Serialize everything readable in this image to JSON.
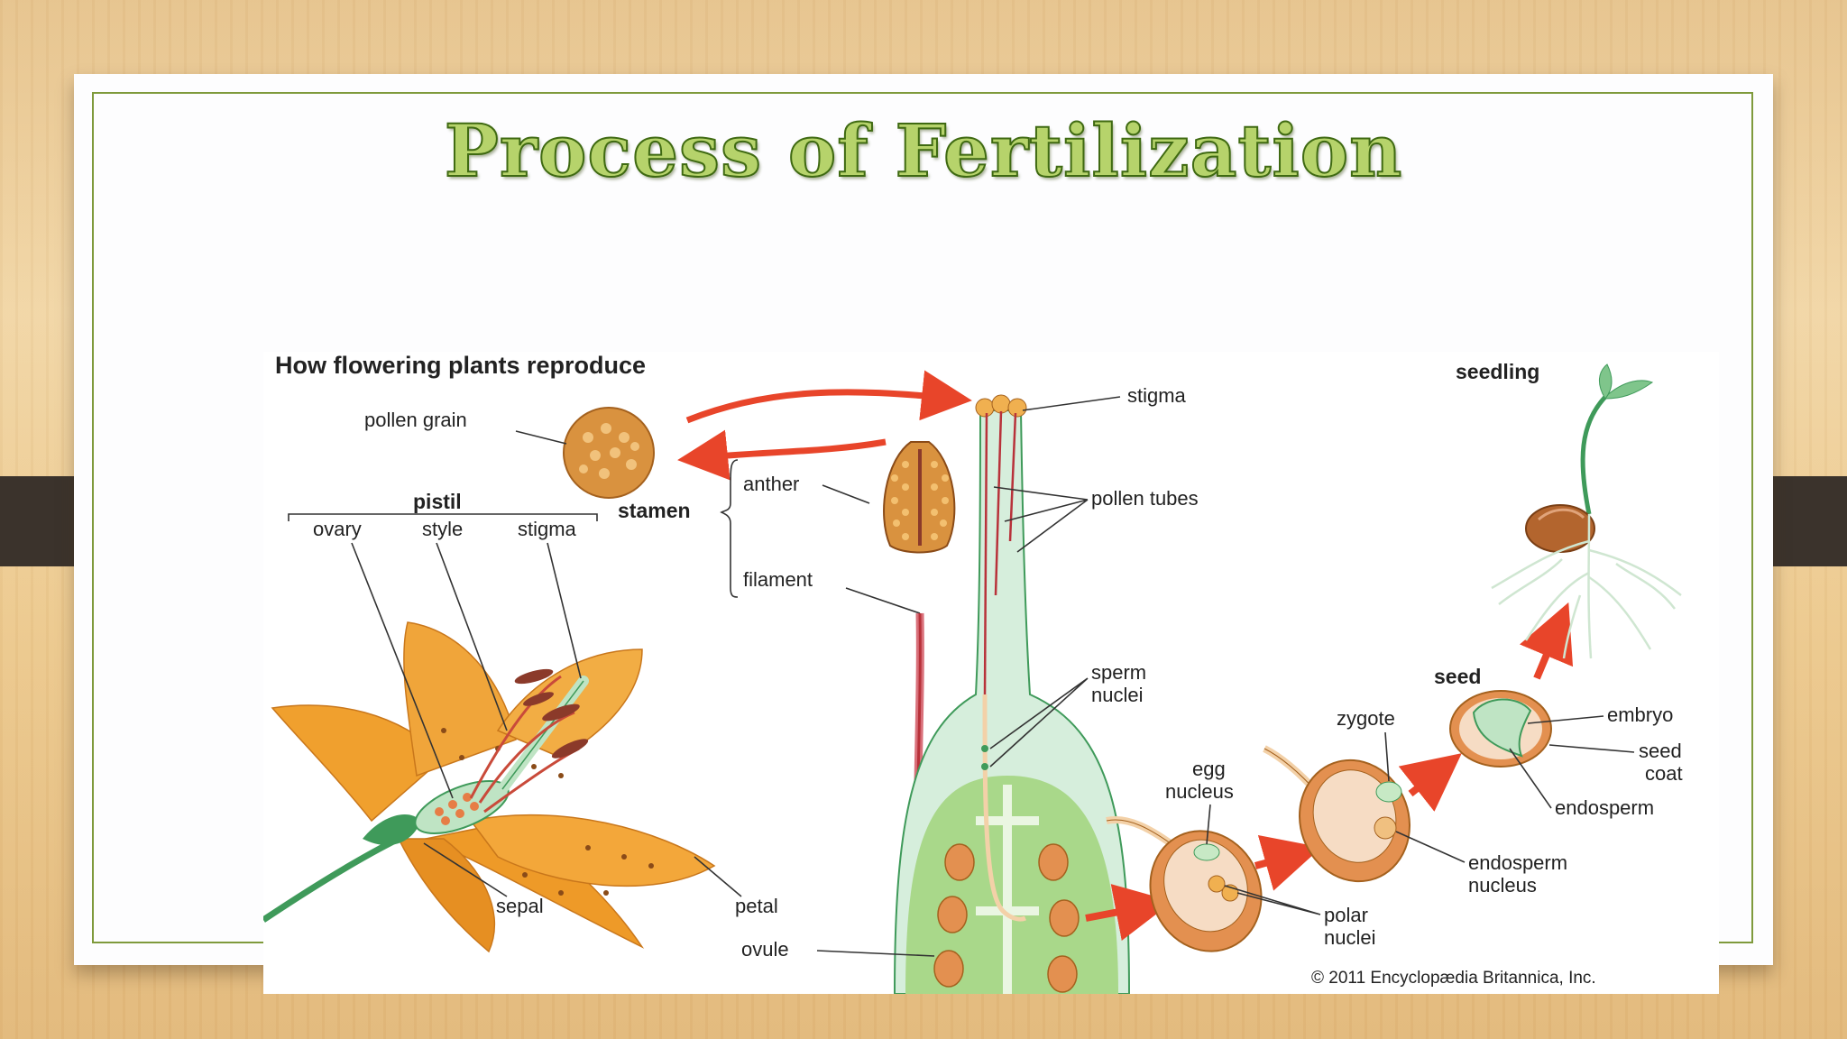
{
  "slide": {
    "title": "Process of Fertilization"
  },
  "figure": {
    "heading": "How flowering plants reproduce",
    "copyright": "© 2011 Encyclopædia Britannica, Inc.",
    "labels": {
      "pollen_grain": "pollen grain",
      "pistil": "pistil",
      "ovary": "ovary",
      "style": "style",
      "stigma_flower": "stigma",
      "stamen": "stamen",
      "anther": "anther",
      "filament": "filament",
      "sepal": "sepal",
      "petal": "petal",
      "stigma": "stigma",
      "pollen_tubes": "pollen tubes",
      "sperm_nuclei_1": "sperm",
      "sperm_nuclei_2": "nuclei",
      "ovule": "ovule",
      "egg_nucleus_1": "egg",
      "egg_nucleus_2": "nucleus",
      "polar_nuclei_1": "polar",
      "polar_nuclei_2": "nuclei",
      "zygote": "zygote",
      "endosperm_nucleus_1": "endosperm",
      "endosperm_nucleus_2": "nucleus",
      "seed": "seed",
      "embryo": "embryo",
      "seed_coat_1": "seed",
      "seed_coat_2": "coat",
      "endosperm": "endosperm",
      "seedling": "seedling"
    }
  },
  "colors": {
    "title_fill": "#b6d36b",
    "title_outline": "#3f6a12",
    "petal": "#f0a02e",
    "pistil_green": "#bfe4c4",
    "pollen": "#d9923f",
    "arrow_red": "#e8452a",
    "pollen_tube": "#b8323a"
  },
  "icons": {
    "process_arrow": "red-arrow"
  }
}
